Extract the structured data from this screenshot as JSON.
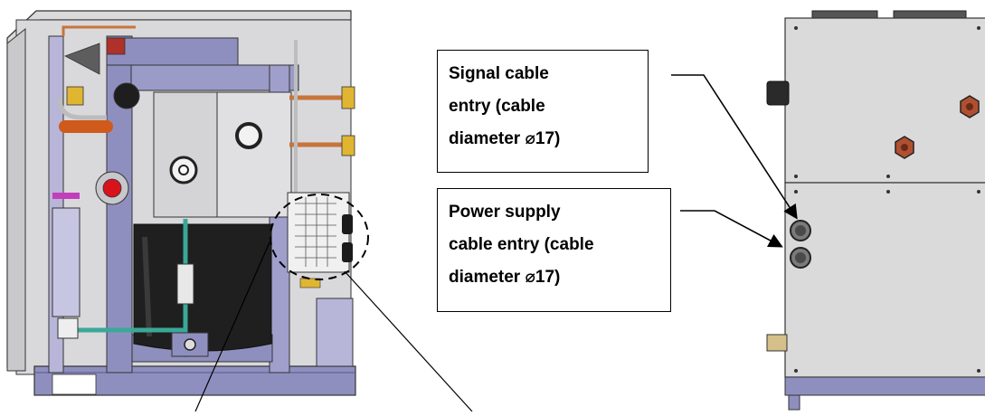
{
  "callouts": {
    "signal": {
      "lines": [
        "Signal cable",
        "entry (cable",
        "diameter ⌀17)"
      ]
    },
    "power": {
      "lines": [
        "Power supply",
        "cable entry (cable",
        "diameter ⌀17)"
      ]
    }
  },
  "colors": {
    "panel_grey": "#dadadb",
    "frame_purple": "#8f8fbf",
    "frame_purple_light": "#b7b5d8",
    "compressor_black": "#1f1f1f",
    "copper": "#c8743a",
    "brass": "#e0b531",
    "red_knob": "#d8131b",
    "teal_pipe": "#3aa899",
    "magenta_band": "#c23fbb",
    "outline": "#333333"
  },
  "icons": {
    "left_view": "unit-interior-drawing",
    "right_view": "unit-side-panel-drawing"
  }
}
